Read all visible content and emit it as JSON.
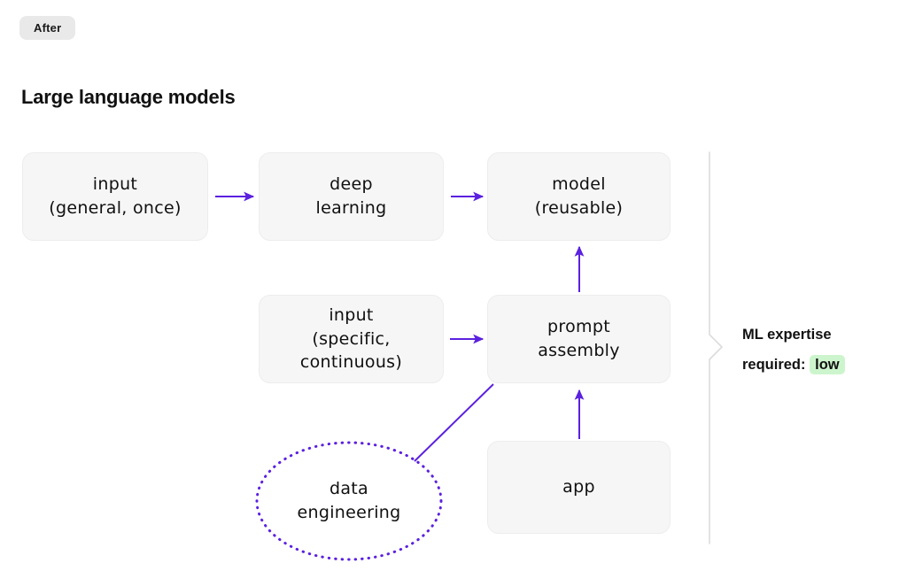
{
  "header": {
    "badge": "After",
    "title": "Large language models"
  },
  "diagram": {
    "nodes": [
      {
        "id": "input-general",
        "label": "input\n(general, once)"
      },
      {
        "id": "deep-learning",
        "label": "deep\nlearning"
      },
      {
        "id": "model",
        "label": "model\n(reusable)"
      },
      {
        "id": "input-specific",
        "label": "input\n(specific,\ncontinuous)"
      },
      {
        "id": "prompt-assembly",
        "label": "prompt\nassembly"
      },
      {
        "id": "data-engineering",
        "label": "data\nengineering"
      },
      {
        "id": "app",
        "label": "app"
      }
    ],
    "edges": [
      {
        "from": "input-general",
        "to": "deep-learning",
        "style": "arrow"
      },
      {
        "from": "deep-learning",
        "to": "model",
        "style": "arrow"
      },
      {
        "from": "prompt-assembly",
        "to": "model",
        "style": "arrow"
      },
      {
        "from": "input-specific",
        "to": "prompt-assembly",
        "style": "arrow"
      },
      {
        "from": "app",
        "to": "prompt-assembly",
        "style": "arrow"
      },
      {
        "from": "data-engineering",
        "to": "prompt-assembly",
        "style": "line"
      }
    ]
  },
  "annotation": {
    "line1": "ML expertise",
    "line2_prefix": "required:",
    "level": "low"
  },
  "colors": {
    "accent": "#5b21e0",
    "node_fill": "#f6f6f6",
    "node_border": "#ededed",
    "badge_bg": "#e9e9e9",
    "highlight_green": "#cdf5cd",
    "brace": "#dcdcdc",
    "text": "#111111"
  }
}
